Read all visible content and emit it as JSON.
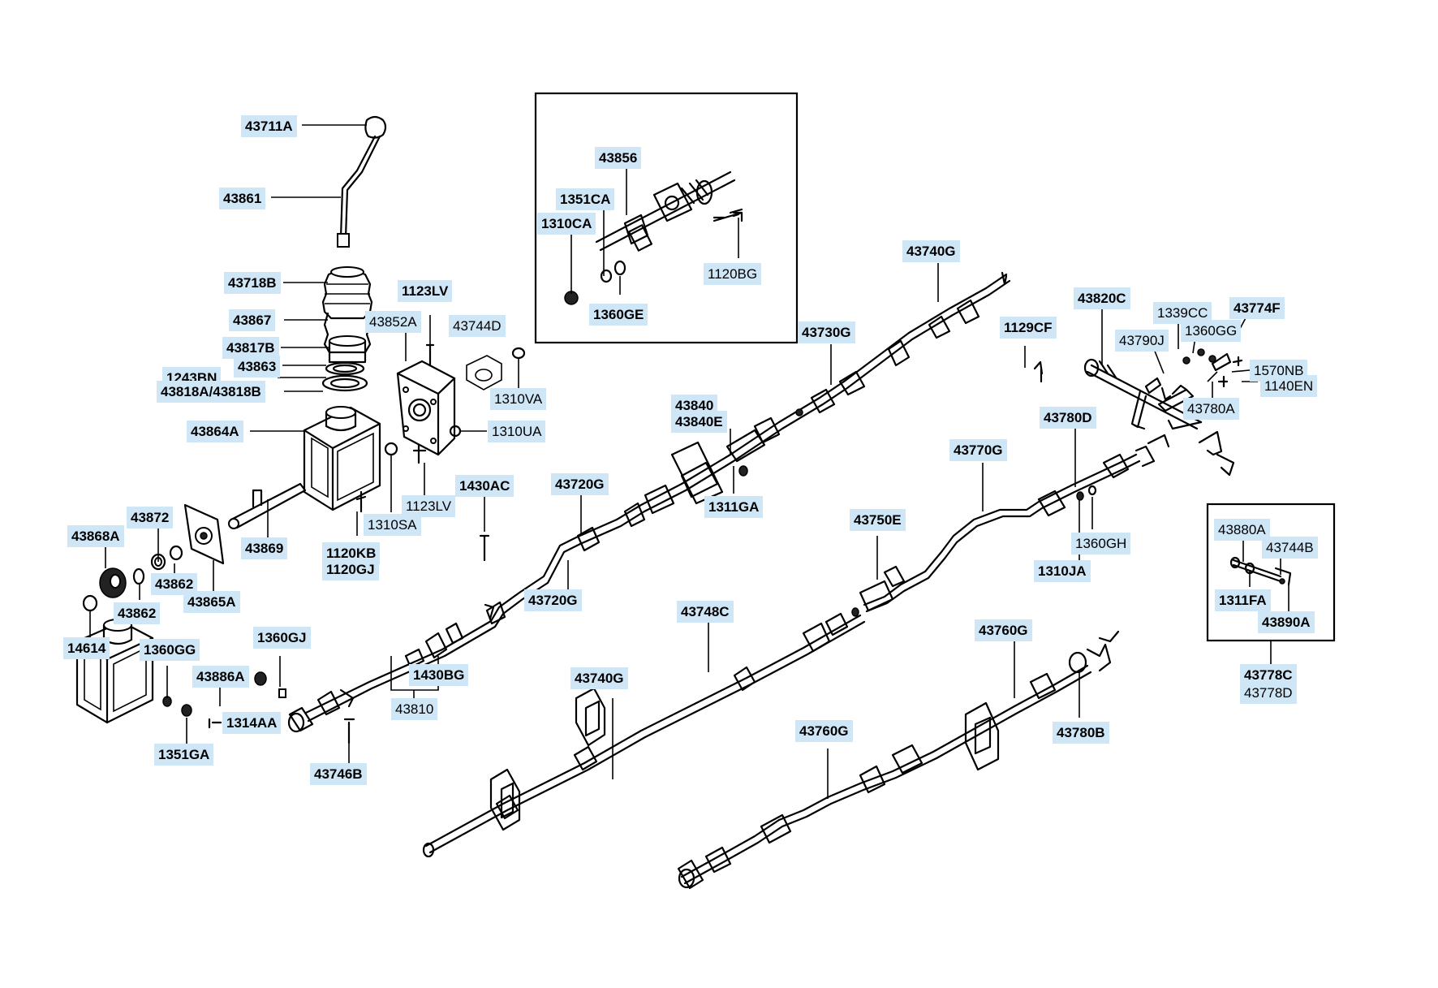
{
  "labels": [
    {
      "id": "43711A",
      "text": "43711A",
      "bold": true
    },
    {
      "id": "43861",
      "text": "43861",
      "bold": true
    },
    {
      "id": "43718B",
      "text": "43718B",
      "bold": true
    },
    {
      "id": "43867",
      "text": "43867",
      "bold": true
    },
    {
      "id": "43817B",
      "text": "43817B",
      "bold": true
    },
    {
      "id": "43863",
      "text": "43863",
      "bold": true
    },
    {
      "id": "1243BN",
      "text": "1243BN",
      "bold": true
    },
    {
      "id": "43818A",
      "text": "43818A/43818B",
      "bold": true
    },
    {
      "id": "43864A",
      "text": "43864A",
      "bold": true
    },
    {
      "id": "43872",
      "text": "43872",
      "bold": true
    },
    {
      "id": "43868A",
      "text": "43868A",
      "bold": true
    },
    {
      "id": "43862a",
      "text": "43862",
      "bold": true
    },
    {
      "id": "43862b",
      "text": "43862",
      "bold": true
    },
    {
      "id": "43865A",
      "text": "43865A",
      "bold": true
    },
    {
      "id": "43869",
      "text": "43869",
      "bold": true
    },
    {
      "id": "14614",
      "text": "14614",
      "bold": true
    },
    {
      "id": "1360GG_l",
      "text": "1360GG",
      "bold": true
    },
    {
      "id": "43886A",
      "text": "43886A",
      "bold": true
    },
    {
      "id": "1360GJ",
      "text": "1360GJ",
      "bold": true
    },
    {
      "id": "1314AA",
      "text": "1314AA",
      "bold": true
    },
    {
      "id": "1351GA",
      "text": "1351GA",
      "bold": true
    },
    {
      "id": "43746B",
      "text": "43746B",
      "bold": true
    },
    {
      "id": "1123LV_t",
      "text": "1123LV",
      "bold": true
    },
    {
      "id": "43852A",
      "text": "43852A",
      "bold": false
    },
    {
      "id": "43744D",
      "text": "43744D",
      "bold": false
    },
    {
      "id": "1310VA",
      "text": "1310VA",
      "bold": false
    },
    {
      "id": "1310UA",
      "text": "1310UA",
      "bold": false
    },
    {
      "id": "1123LV_b",
      "text": "1123LV",
      "bold": false
    },
    {
      "id": "1310SA",
      "text": "1310SA",
      "bold": false
    },
    {
      "id": "1120KB",
      "text": "1120KB",
      "bold": true
    },
    {
      "id": "1120GJ",
      "text": "1120GJ",
      "bold": true
    },
    {
      "id": "1430AC",
      "text": "1430AC",
      "bold": true
    },
    {
      "id": "43720G_t",
      "text": "43720G",
      "bold": true
    },
    {
      "id": "43720G_b",
      "text": "43720G",
      "bold": true
    },
    {
      "id": "1430BG",
      "text": "1430BG",
      "bold": true
    },
    {
      "id": "43810",
      "text": "43810",
      "bold": false
    },
    {
      "id": "43856",
      "text": "43856",
      "bold": true
    },
    {
      "id": "1351CA",
      "text": "1351CA",
      "bold": true
    },
    {
      "id": "1310CA",
      "text": "1310CA",
      "bold": true
    },
    {
      "id": "1360GE",
      "text": "1360GE",
      "bold": true
    },
    {
      "id": "1120BG",
      "text": "1120BG",
      "bold": false
    },
    {
      "id": "43740G_t",
      "text": "43740G",
      "bold": true
    },
    {
      "id": "43730G",
      "text": "43730G",
      "bold": true
    },
    {
      "id": "43840",
      "text": "43840",
      "bold": true
    },
    {
      "id": "43840E",
      "text": "43840E",
      "bold": true
    },
    {
      "id": "1311GA",
      "text": "1311GA",
      "bold": true
    },
    {
      "id": "1129CF",
      "text": "1129CF",
      "bold": true
    },
    {
      "id": "43820C",
      "text": "43820C",
      "bold": true
    },
    {
      "id": "1339CC",
      "text": "1339CC",
      "bold": false
    },
    {
      "id": "43774F",
      "text": "43774F",
      "bold": true
    },
    {
      "id": "43790J",
      "text": "43790J",
      "bold": false
    },
    {
      "id": "1360GG_r",
      "text": "1360GG",
      "bold": false
    },
    {
      "id": "1570NB",
      "text": "1570NB",
      "bold": false
    },
    {
      "id": "1140EN",
      "text": "1140EN",
      "bold": false
    },
    {
      "id": "43780A",
      "text": "43780A",
      "bold": false
    },
    {
      "id": "43780D",
      "text": "43780D",
      "bold": true
    },
    {
      "id": "43770G",
      "text": "43770G",
      "bold": true
    },
    {
      "id": "43750E",
      "text": "43750E",
      "bold": true
    },
    {
      "id": "1360GH",
      "text": "1360GH",
      "bold": false
    },
    {
      "id": "1310JA",
      "text": "1310JA",
      "bold": true
    },
    {
      "id": "43880A",
      "text": "43880A",
      "bold": false
    },
    {
      "id": "43744B",
      "text": "43744B",
      "bold": false
    },
    {
      "id": "1311FA",
      "text": "1311FA",
      "bold": true
    },
    {
      "id": "43890A",
      "text": "43890A",
      "bold": true
    },
    {
      "id": "43778C",
      "text": "43778C",
      "bold": true
    },
    {
      "id": "43778D",
      "text": "43778D",
      "bold": false
    },
    {
      "id": "43748C",
      "text": "43748C",
      "bold": true
    },
    {
      "id": "43740G_b",
      "text": "43740G",
      "bold": true
    },
    {
      "id": "43760G_t",
      "text": "43760G",
      "bold": true
    },
    {
      "id": "43760G_b",
      "text": "43760G",
      "bold": true
    },
    {
      "id": "43780B",
      "text": "43780B",
      "bold": true
    }
  ]
}
